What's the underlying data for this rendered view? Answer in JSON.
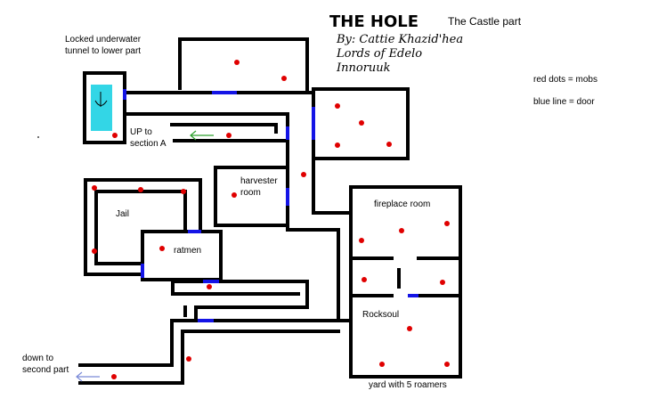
{
  "title": "THE HOLE",
  "subtitle": "The Castle part",
  "authors": [
    "By: Cattie Khazid'hea",
    "Lords of Edelo",
    "Innoruuk"
  ],
  "legend": {
    "mobs": "red dots = mobs",
    "door": "blue line = door"
  },
  "labels": {
    "locked_tunnel": [
      "Locked underwater",
      "tunnel to lower part"
    ],
    "up_section": [
      "UP to",
      "section A"
    ],
    "harvester": [
      "harvester",
      "room"
    ],
    "jail": "Jail",
    "ratmen": "ratmen",
    "fireplace": "fireplace room",
    "rocksoul": "Rocksoul",
    "down_second": [
      "down to",
      "second part"
    ],
    "yard": "yard with 5 roamers"
  },
  "colors": {
    "mob": "#e00000",
    "door": "#1414e6",
    "water": "#33d6e6",
    "arrow_up": "#2ea02e",
    "arrow_down": "#7a8ad8"
  }
}
